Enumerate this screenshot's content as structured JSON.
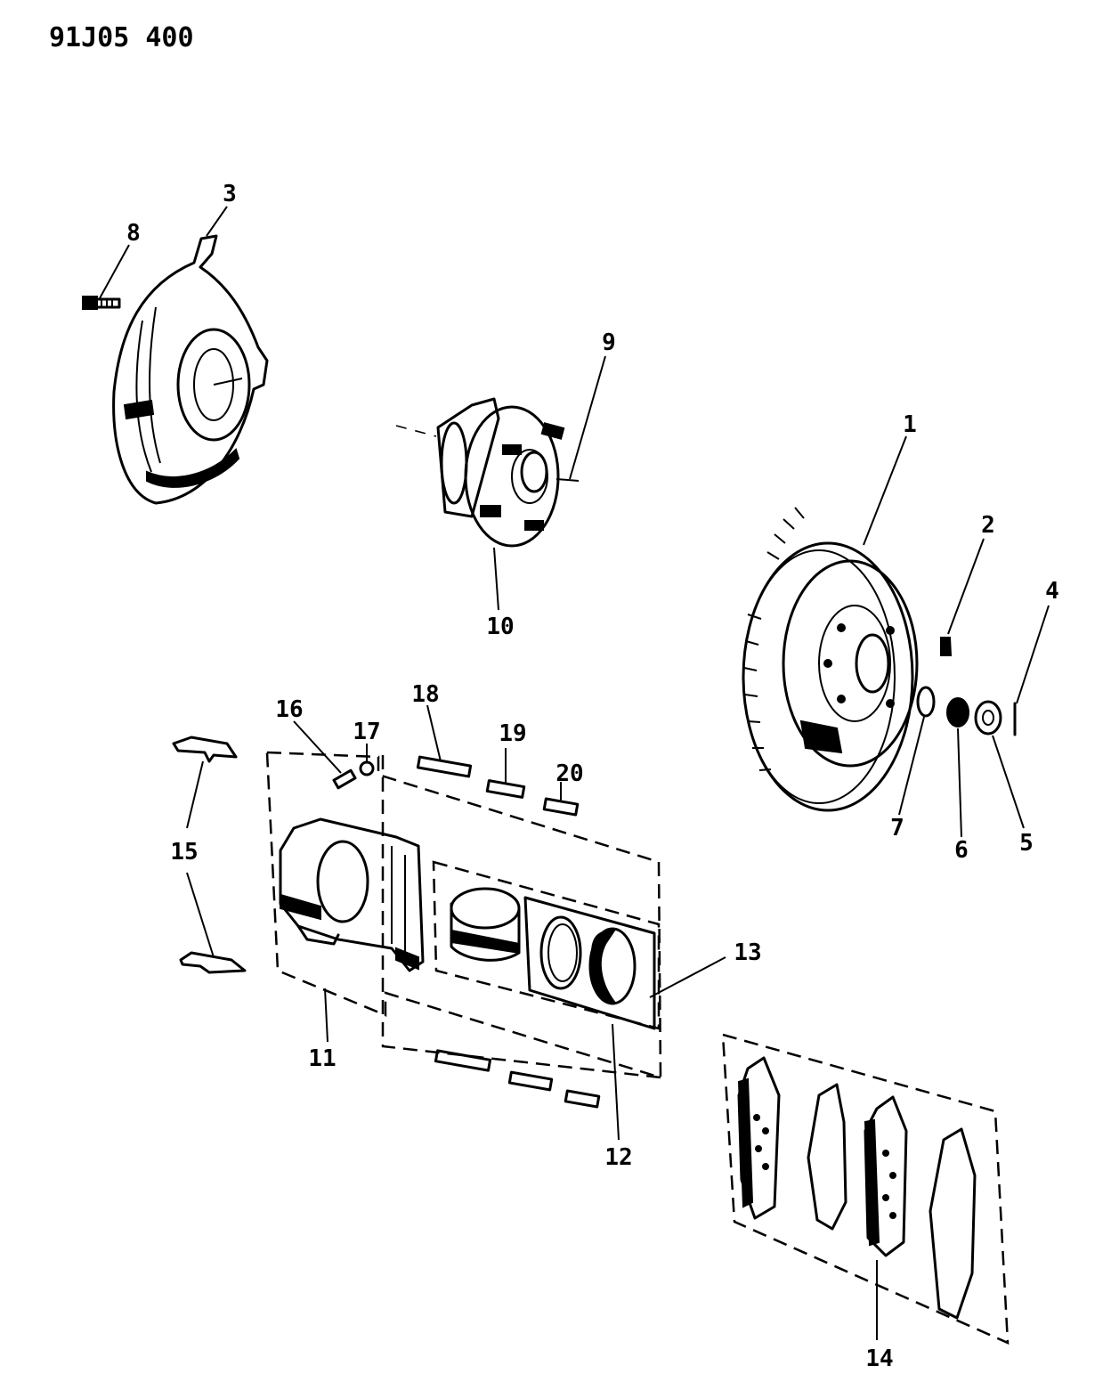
{
  "drawing_code": "91J05 400",
  "callouts": [
    {
      "id": "c1",
      "text": "1"
    },
    {
      "id": "c2",
      "text": "2"
    },
    {
      "id": "c3",
      "text": "3"
    },
    {
      "id": "c4",
      "text": "4"
    },
    {
      "id": "c5",
      "text": "5"
    },
    {
      "id": "c6",
      "text": "6"
    },
    {
      "id": "c7",
      "text": "7"
    },
    {
      "id": "c8",
      "text": "8"
    },
    {
      "id": "c9",
      "text": "9"
    },
    {
      "id": "c10",
      "text": "10"
    },
    {
      "id": "c11",
      "text": "11"
    },
    {
      "id": "c12",
      "text": "12"
    },
    {
      "id": "c13",
      "text": "13"
    },
    {
      "id": "c14",
      "text": "14"
    },
    {
      "id": "c15",
      "text": "15"
    },
    {
      "id": "c16",
      "text": "16"
    },
    {
      "id": "c17",
      "text": "17"
    },
    {
      "id": "c18",
      "text": "18"
    },
    {
      "id": "c19",
      "text": "19"
    },
    {
      "id": "c20",
      "text": "20"
    }
  ]
}
